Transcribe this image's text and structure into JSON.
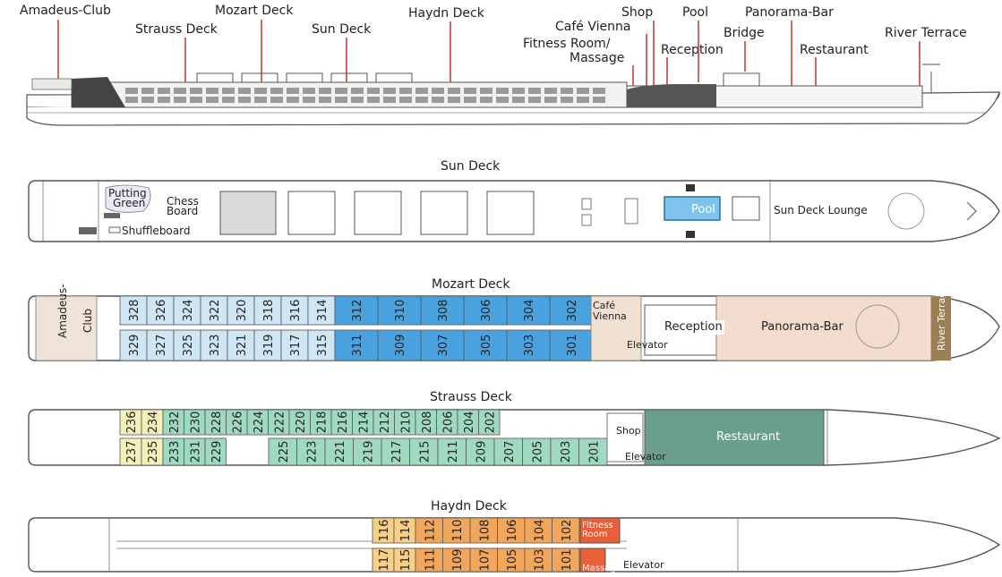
{
  "profile_labels": {
    "amadeus_club": "Amadeus-Club",
    "strauss_deck": "Strauss Deck",
    "mozart_deck": "Mozart Deck",
    "sun_deck": "Sun Deck",
    "haydn_deck": "Haydn Deck",
    "cafe_vienna": "Café Vienna",
    "shop": "Shop",
    "fitness_1": "Fitness Room/",
    "fitness_2": "Massage",
    "pool": "Pool",
    "reception": "Reception",
    "bridge": "Bridge",
    "panorama_bar": "Panorama-Bar",
    "restaurant": "Restaurant",
    "river_terrace": "River Terrace"
  },
  "sun_deck": {
    "title": "Sun Deck",
    "putting_1": "Putting",
    "putting_2": "Green",
    "chess_1": "Chess",
    "chess_2": "Board",
    "shuffleboard": "Shuffleboard",
    "pool": "Pool",
    "lounge": "Sun Deck Lounge"
  },
  "mozart_deck": {
    "title": "Mozart Deck",
    "club_1": "Amadeus-",
    "club_2": "Club",
    "cafe_1": "Café",
    "cafe_2": "Vienna",
    "elevator": "Elevator",
    "reception": "Reception",
    "panorama_bar": "Panorama-Bar",
    "river_terrace": "River Terrace",
    "top_small": [
      "328",
      "326",
      "324",
      "322",
      "320",
      "318",
      "316",
      "314"
    ],
    "top_large": [
      "312",
      "310",
      "308",
      "306",
      "304",
      "302"
    ],
    "bottom_small": [
      "329",
      "327",
      "325",
      "323",
      "321",
      "319",
      "317",
      "315"
    ],
    "bottom_large": [
      "311",
      "309",
      "307",
      "305",
      "303",
      "301"
    ],
    "color_small": "#cfe6f5",
    "color_large": "#4aa3df"
  },
  "strauss_deck": {
    "title": "Strauss Deck",
    "shop": "Shop",
    "elevator": "Elevator",
    "restaurant": "Restaurant",
    "top_yellow": [
      "236",
      "234"
    ],
    "top_green": [
      "232",
      "230",
      "228",
      "226",
      "224",
      "222",
      "220",
      "218",
      "216",
      "214",
      "212",
      "210",
      "208",
      "206",
      "204",
      "202"
    ],
    "bottom_yellow": [
      "237",
      "235"
    ],
    "bottom_green_a": [
      "233",
      "231",
      "229"
    ],
    "bottom_green_b": [
      "225",
      "223",
      "221",
      "219",
      "217",
      "215",
      "211",
      "209",
      "207",
      "205",
      "203",
      "201"
    ],
    "color_yellow": "#f2f0b8",
    "color_green": "#9fd9bf",
    "color_restaurant": "#6b9e8c"
  },
  "haydn_deck": {
    "title": "Haydn Deck",
    "fitness_1": "Fitness",
    "fitness_2": "Room",
    "massage": "Massage",
    "elevator": "Elevator",
    "top_light": [
      "116",
      "114"
    ],
    "top_orange": [
      "112",
      "110",
      "108",
      "106",
      "104",
      "102"
    ],
    "bottom_light": [
      "117",
      "115"
    ],
    "bottom_orange": [
      "111",
      "109",
      "107",
      "105",
      "103",
      "101"
    ],
    "color_light": "#f7cf86",
    "color_orange": "#f2a65a",
    "color_fitness": "#e8603a"
  }
}
